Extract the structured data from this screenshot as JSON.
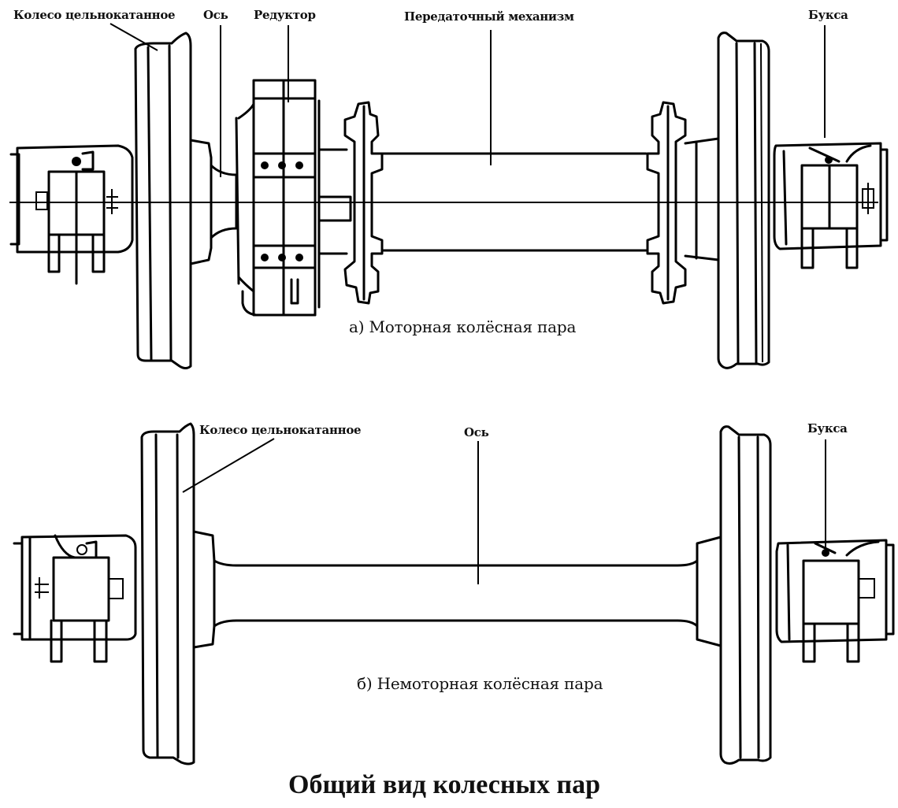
{
  "title": "Общий вид колесных пар",
  "diagram_a": {
    "caption": "а) Моторная колёсная пара",
    "labels": {
      "wheel": "Колесо цельнокатанное",
      "axle": "Ось",
      "gearbox": "Редуктор",
      "transmission": "Передаточный механизм",
      "axlebox": "Букса"
    }
  },
  "diagram_b": {
    "caption": "б) Немоторная колёсная пара",
    "labels": {
      "wheel": "Колесо цельнокатанное",
      "axle": "Ось",
      "axlebox": "Букса"
    }
  }
}
